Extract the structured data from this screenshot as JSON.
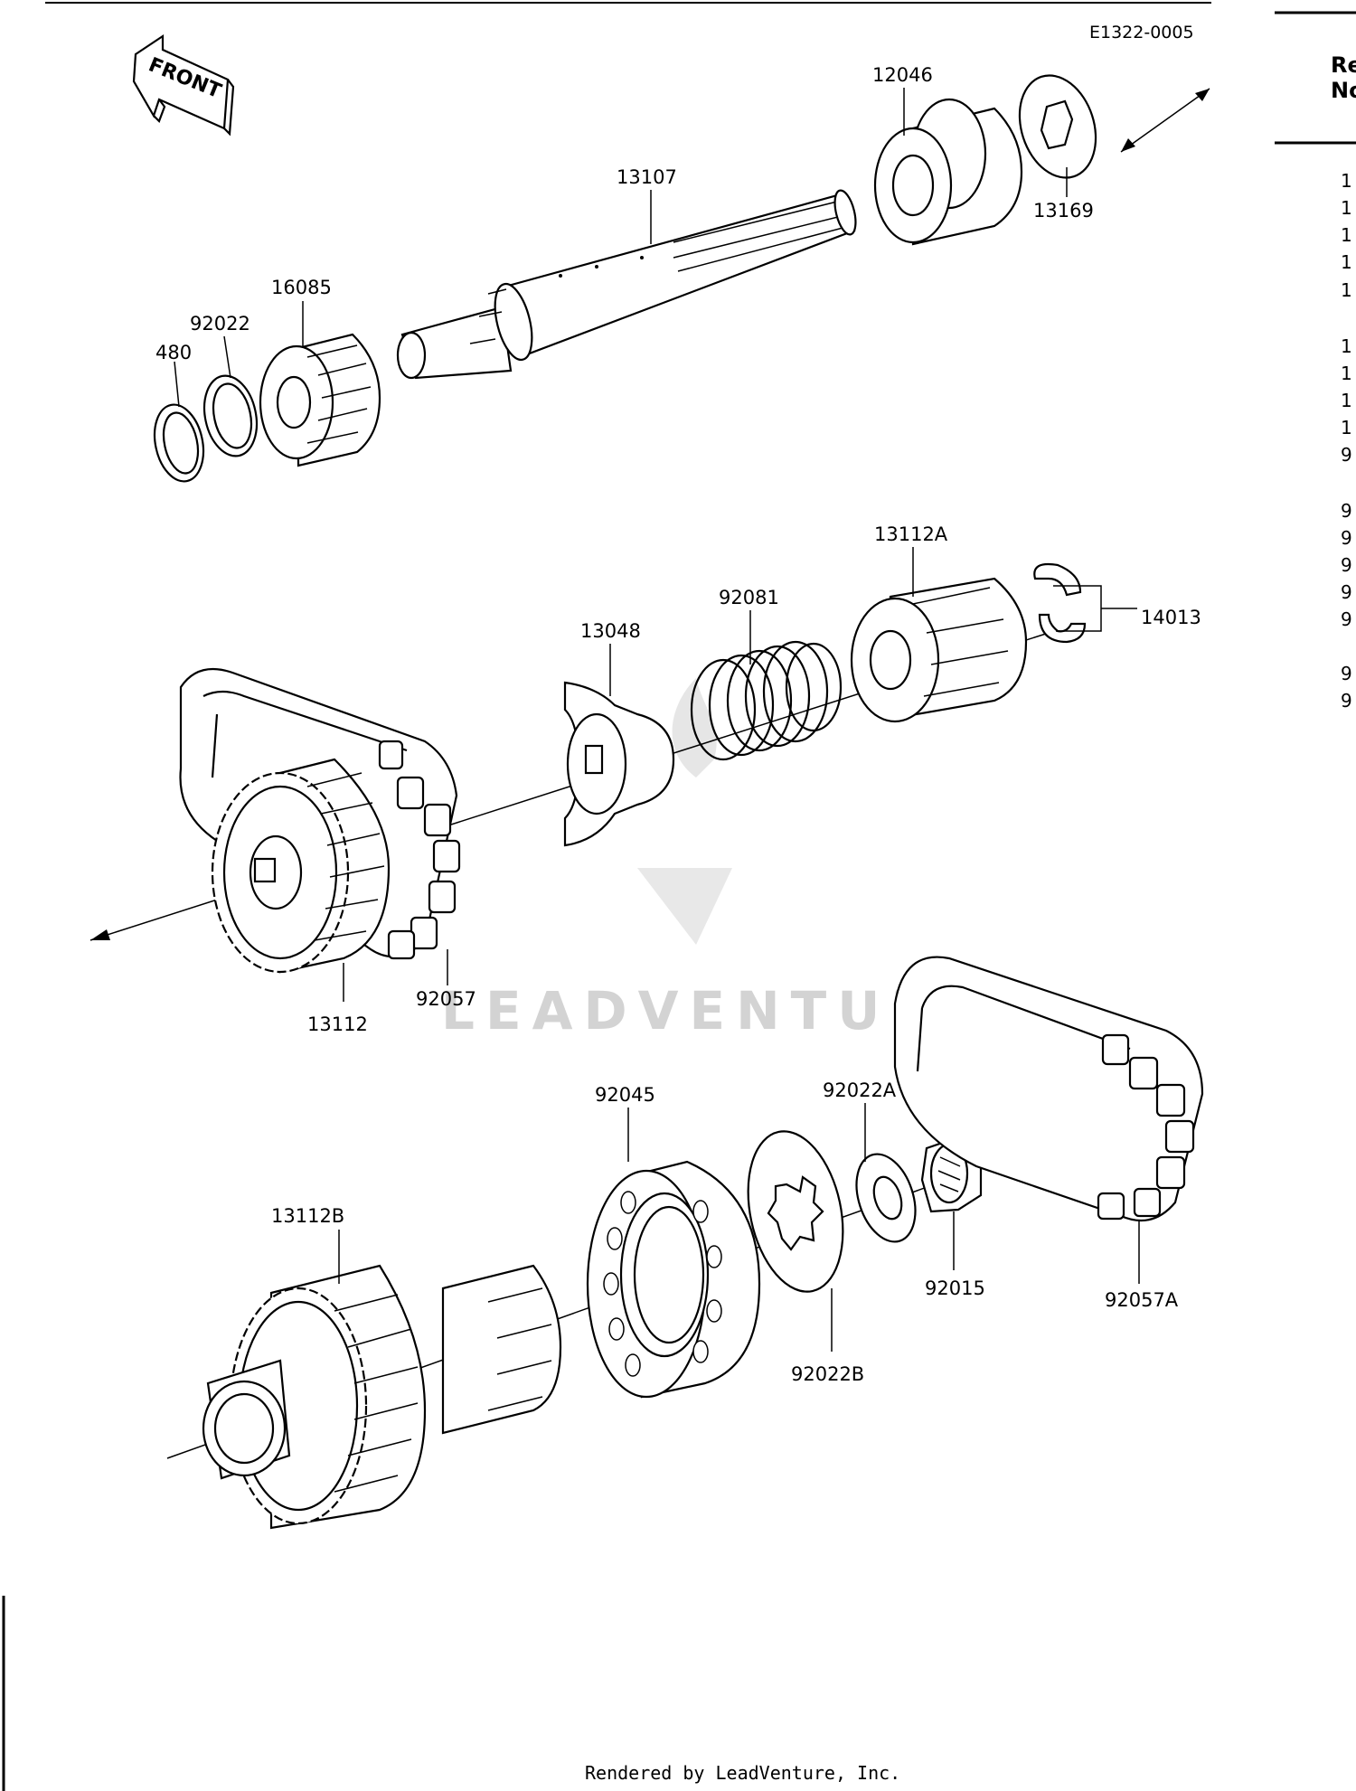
{
  "diagram_code": "E1322-0005",
  "front_label": "FRONT",
  "part_labels": {
    "p480": "480",
    "p92022": "92022",
    "p16085": "16085",
    "p13107": "13107",
    "p12046": "12046",
    "p13169": "13169",
    "p13048": "13048",
    "p92081": "92081",
    "p13112A": "13112A",
    "p14013": "14013",
    "p13112": "13112",
    "p92057": "92057",
    "p92045": "92045",
    "p92022A": "92022A",
    "p13112B": "13112B",
    "p92015": "92015",
    "p92057A": "92057A",
    "p92022B": "92022B"
  },
  "side_panel": {
    "header_line1": "Re",
    "header_line2": "No",
    "index_chars": [
      "1",
      "1",
      "1",
      "1",
      "1",
      "1",
      "1",
      "1",
      "1",
      "9",
      "9",
      "9",
      "9",
      "9",
      "9",
      "9",
      "9"
    ]
  },
  "watermark": "LEADVENTURE",
  "footer": "Rendered by LeadVenture, Inc."
}
